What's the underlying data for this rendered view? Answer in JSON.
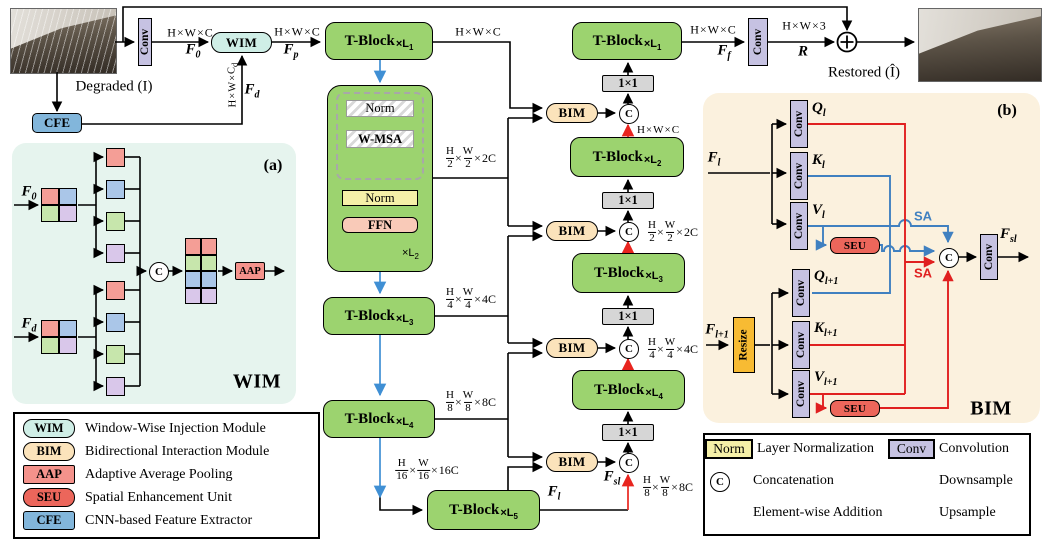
{
  "symbols": {
    "concat": "C"
  },
  "io": {
    "degraded_label": "Degraded (I)",
    "restored_label": "Restored (Î)",
    "conv_label": "Conv",
    "cfe_label": "CFE",
    "wim_label": "WIM",
    "dim_hwc": "H×W×C",
    "dim_hwcd": "H×W×C_d",
    "dim_hw3": "H×W×3",
    "f0": "F_0",
    "fp": "F_p",
    "fd": "F_d",
    "ff": "F_f",
    "r_label": "R"
  },
  "encoder": {
    "t1": {
      "name": "T-Block",
      "mult": "×L_1"
    },
    "t3": {
      "name": "T-Block",
      "mult": "×L_3"
    },
    "t4": {
      "name": "T-Block",
      "mult": "×L_4"
    },
    "t5": {
      "name": "T-Block",
      "mult": "×L_5"
    },
    "dim2": "H/2×W/2×2C",
    "dim4": "H/4×W/4×4C",
    "dim8": "H/8×W/8×8C",
    "dim16": "H/16×W/16×16C",
    "fl": "F_l"
  },
  "detail": {
    "norm1": "Norm",
    "wmsa": "W-MSA",
    "norm2": "Norm",
    "ffn": "FFN",
    "mult": "×L_2"
  },
  "decoder": {
    "t1": {
      "name": "T-Block",
      "mult": "×L_1"
    },
    "t2": {
      "name": "T-Block",
      "mult": "×L_2"
    },
    "t3": {
      "name": "T-Block",
      "mult": "×L_3"
    },
    "t4": {
      "name": "T-Block",
      "mult": "×L_4"
    },
    "one_by_one": "1×1",
    "bim": "BIM",
    "dim1": "H×W×C",
    "dim2": "H/2×W/2×2C",
    "dim4": "H/4×W/4×4C",
    "dim8": "H/8×W/8×8C",
    "fsl": "F_sl"
  },
  "wim_panel": {
    "tag": "(a)",
    "title": "WIM",
    "f0": "F_0",
    "fd": "F_d",
    "aap": "AAP",
    "grid_in": [
      [
        "#f49e96",
        "#aac6e8"
      ],
      [
        "#c7e6ac",
        "#d9c7ea"
      ]
    ],
    "stack": [
      [
        "#f49e96"
      ],
      [
        "#aac6e8"
      ],
      [
        "#c7e6ac"
      ],
      [
        "#d9c7ea"
      ]
    ],
    "grid_out": [
      [
        "#f49e96",
        "#f49e96"
      ],
      [
        "#c7e6ac",
        "#c7e6ac"
      ],
      [
        "#aac6e8",
        "#aac6e8"
      ],
      [
        "#d9c7ea",
        "#d9c7ea"
      ]
    ]
  },
  "bim_panel": {
    "tag": "(b)",
    "title": "BIM",
    "fl": "F_l",
    "fl1": "F_l+1",
    "resize": "Resize",
    "conv": "Conv",
    "seu": "SEU",
    "ql": "Q_l",
    "kl": "K_l",
    "vl": "V_l",
    "ql1": "Q_l+1",
    "kl1": "K_l+1",
    "vl1": "V_l+1",
    "sa_down": "SA",
    "sa_up": "SA",
    "fsl": "F_sl"
  },
  "legend_left": {
    "items": [
      {
        "badge": "WIM",
        "text": "Window-Wise Injection Module",
        "color": "#cfeee6",
        "shape": "pill"
      },
      {
        "badge": "BIM",
        "text": "Bidirectional Interaction Module",
        "color": "#fbe3bb",
        "shape": "pill"
      },
      {
        "badge": "AAP",
        "text": "Adaptive Average Pooling",
        "color": "#f4928b",
        "shape": "rect"
      },
      {
        "badge": "SEU",
        "text": "Spatial Enhancement Unit",
        "color": "#ec665b",
        "shape": "pill"
      },
      {
        "badge": "CFE",
        "text": "CNN-based Feature Extractor",
        "color": "#82b6db",
        "shape": "rect"
      }
    ]
  },
  "legend_right": {
    "norm_badge": "Norm",
    "norm_text": "Layer Normalization",
    "conv_badge": "Conv",
    "conv_text": "Convolution",
    "concat_text": "Concatenation",
    "down_text": "Downsample",
    "add_text": "Element-wise Addition",
    "up_text": "Upsample"
  },
  "colors": {
    "tblock": "#9cd36f",
    "wim": "#cfeee6",
    "bim": "#fbe3bb",
    "aap": "#f4928b",
    "seu": "#ec665b",
    "cfe": "#82b6db",
    "conv": "#c6c2e2",
    "norm": "#f5f0a8",
    "ffn": "#f9cab8",
    "resize": "#f7bb33",
    "panel_a": "#e6f4ee",
    "panel_b": "#fbf1de",
    "downsample": "#3f8fd4",
    "upsample": "#e8251f",
    "wire_blue": "#4080c0",
    "wire_red": "#e02020"
  }
}
